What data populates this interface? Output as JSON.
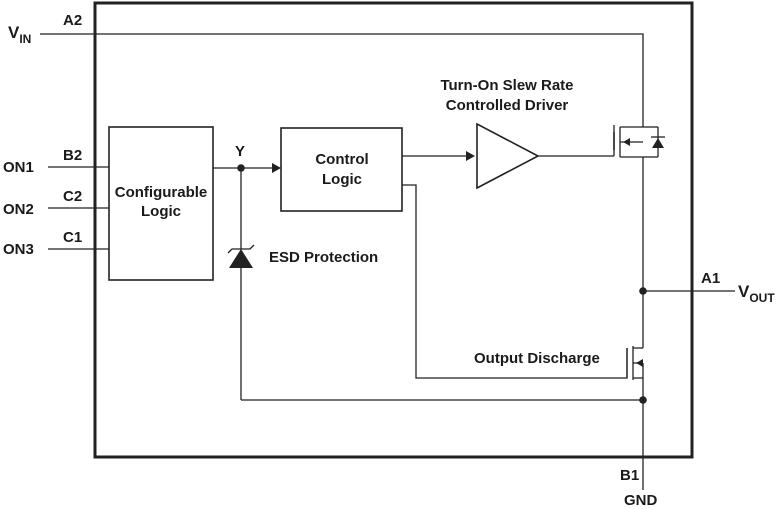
{
  "pins": {
    "vin": {
      "main": "V",
      "sub": "IN",
      "pin": "A2"
    },
    "on1": {
      "label": "ON1",
      "pin": "B2"
    },
    "on2": {
      "label": "ON2",
      "pin": "C2"
    },
    "on3": {
      "label": "ON3",
      "pin": "C1"
    },
    "vout": {
      "main": "V",
      "sub": "OUT",
      "pin": "A1"
    },
    "gnd": {
      "label": "GND",
      "pin": "B1"
    }
  },
  "blocks": {
    "configurable_logic": [
      "Configurable",
      "Logic"
    ],
    "control_logic": [
      "Control",
      "Logic"
    ],
    "driver": [
      "Turn-On Slew Rate",
      "Controlled Driver"
    ]
  },
  "labels": {
    "node_y": "Y",
    "esd": "ESD Protection",
    "output_discharge": "Output Discharge"
  },
  "colors": {
    "line": "#222222",
    "text": "#1a1a1a",
    "background": "#ffffff"
  }
}
